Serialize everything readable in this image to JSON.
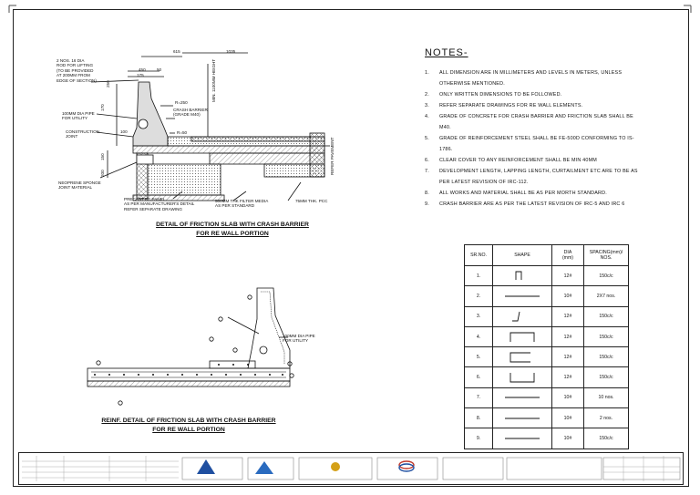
{
  "notes": {
    "title": "NOTES-",
    "items": [
      {
        "num": "1.",
        "text": "ALL DIMENSION ARE IN MILLIMETERS AND LEVELS IN METERS, UNLESS OTHERWISE MENTIONED."
      },
      {
        "num": "2.",
        "text": "ONLY WRITTEN DIMENSIONS TO BE FOLLOWED."
      },
      {
        "num": "3.",
        "text": "REFER SEPARATE DRAWINGS FOR RE WALL ELEMENTS."
      },
      {
        "num": "4.",
        "text": "GRADE OF CONCRETE FOR CRASH BARRIER AND FRICTION SLAB SHALL BE M40."
      },
      {
        "num": "5.",
        "text": "GRADE OF REINFORCEMENT STEEL SHALL BE FE-500D CONFORMING TO IS-1786."
      },
      {
        "num": "6.",
        "text": "CLEAR COVER TO ANY REINFORCEMENT SHALL BE MIN 40MM"
      },
      {
        "num": "7.",
        "text": "DEVELOPMENT LENGTH, LAPPING LENGTH, CURTAILMENT ETC ARE TO BE AS PER LATEST REVISION OF IRC-112."
      },
      {
        "num": "8.",
        "text": "ALL WORKS AND MATERIAL SHALL BE AS PER MORTH STANDARD."
      },
      {
        "num": "9.",
        "text": "CRASH BARRIER ARE AS PER THE LATEST REVISION OF IRC-5 AND IRC 6"
      }
    ]
  },
  "captions": {
    "detail1_line1": "DETAIL OF FRICTION SLAB WITH CRASH BARRIER",
    "detail1_line2": "FOR RE WALL PORTION",
    "detail2_line1": "REINF. DETAIL OF FRICTION SLAB WITH CRASH BARRIER",
    "detail2_line2": "FOR RE WALL PORTION"
  },
  "labels": {
    "lifting": "2 NOS. 16 DIA\nROD FOR LIFTING\n(TO BE PROVIDED\nAT 200MM FROM\nEDGE OF SECTION)",
    "pipe": "100MM DIA PIPE\nFOR UTILITY",
    "construction_joint": "CONSTRUCTION\nJOINT",
    "neoprene": "NEOPRENE SPONGE\nJOINT MATERIAL",
    "crash_barrier": "CRASH BARRIER\n(GRADE M40)",
    "r250": "R=250",
    "r50": "R=50",
    "height": "MIN. 1100MM HEIGHT",
    "precast": "PRECAST RE PANEL\nAS PER MANUFACTURER'S DETAIL\nREFER SEPARATE DRAWING",
    "filter": "500mm THK FILTER MEDIA\nAS PER STANDARD",
    "pcc": "75mm THK. PCC",
    "pavement": "REFER PAVEMENT",
    "dim_615": "615",
    "dim_1035": "1035",
    "dim_450": "450",
    "dim_175": "175",
    "dim_50": "50",
    "dim_250": "250",
    "dim_170": "170",
    "dim_100": "100",
    "dim_150": "150",
    "dim_200": "200",
    "pipe2": "100MM DIA PIPE\nFOR UTILITY"
  },
  "bbs": {
    "headers": {
      "sr": "SR.NO.",
      "shape": "SHAPE",
      "dia": "DIA\n(mm)",
      "spacing": "SPACING(mm)/\nNOS."
    },
    "rows": [
      {
        "sr": "1.",
        "shape": "hook",
        "dia": "12#",
        "spacing": "150c/c"
      },
      {
        "sr": "2.",
        "shape": "straight",
        "dia": "10#",
        "spacing": "2X7 nos."
      },
      {
        "sr": "3.",
        "shape": "crank",
        "dia": "12#",
        "spacing": "150c/c"
      },
      {
        "sr": "4.",
        "shape": "u-inverted",
        "dia": "12#",
        "spacing": "150c/c"
      },
      {
        "sr": "5.",
        "shape": "c-open",
        "dia": "12#",
        "spacing": "150c/c"
      },
      {
        "sr": "6.",
        "shape": "u",
        "dia": "12#",
        "spacing": "150c/c"
      },
      {
        "sr": "7.",
        "shape": "straight",
        "dia": "10#",
        "spacing": "10 nos."
      },
      {
        "sr": "8.",
        "shape": "straight",
        "dia": "10#",
        "spacing": "2 nos."
      },
      {
        "sr": "9.",
        "shape": "straight",
        "dia": "10#",
        "spacing": "150c/c"
      }
    ]
  },
  "colors": {
    "line": "#111111",
    "hatch": "#555555",
    "logo_blue": "#1f4fa0",
    "logo_red": "#c0392b",
    "logo_gold": "#d4a017"
  }
}
